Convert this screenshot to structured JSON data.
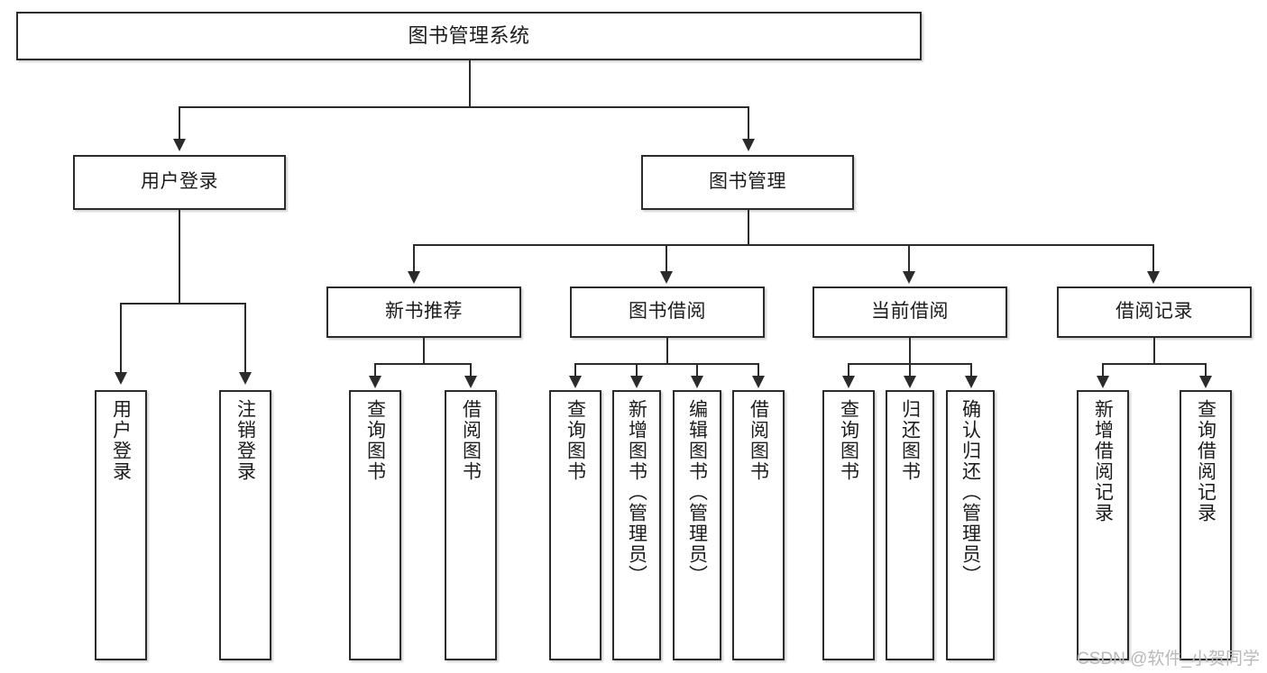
{
  "diagram": {
    "type": "tree",
    "title": "图书管理系统",
    "watermark": "CSDN @软件_小贺同学",
    "colors": {
      "stroke": "#2b2b2b",
      "fill": "#ffffff",
      "text": "#1c1c1c",
      "watermark": "#b9b9b9"
    },
    "root": {
      "label": "图书管理系统"
    },
    "level2": [
      {
        "label": "用户登录"
      },
      {
        "label": "图书管理"
      }
    ],
    "level3": [
      {
        "label": "新书推荐"
      },
      {
        "label": "图书借阅"
      },
      {
        "label": "当前借阅"
      },
      {
        "label": "借阅记录"
      }
    ],
    "leaves": {
      "user_login": [
        {
          "label": "用户登录"
        },
        {
          "label": "注销登录"
        }
      ],
      "new_book": [
        {
          "label": "查询图书"
        },
        {
          "label": "借阅图书"
        }
      ],
      "book_borrow": [
        {
          "label": "查询图书"
        },
        {
          "label": "新增图书（管理员）"
        },
        {
          "label": "编辑图书（管理员）"
        },
        {
          "label": "借阅图书"
        }
      ],
      "current_borrow": [
        {
          "label": "查询图书"
        },
        {
          "label": "归还图书"
        },
        {
          "label": "确认归还（管理员）"
        }
      ],
      "borrow_record": [
        {
          "label": "新增借阅记录"
        },
        {
          "label": "查询借阅记录"
        }
      ]
    }
  }
}
